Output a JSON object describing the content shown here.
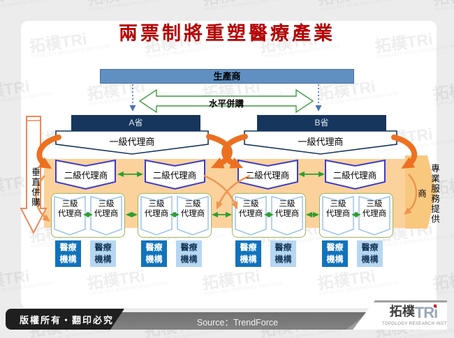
{
  "title": "兩票制將重塑醫療產業",
  "top": {
    "producer": "生產商",
    "horizontal_merger": "水平併購"
  },
  "left_arrow": {
    "label": "垂直併購"
  },
  "right_shape": {
    "label": "專業服務提供商"
  },
  "provinces": [
    {
      "name": "A省",
      "tier1": "一級代理商"
    },
    {
      "name": "B省",
      "tier1": "一級代理商"
    }
  ],
  "tier2": {
    "labels": [
      "二級代理商",
      "二級代理商",
      "二級代理商",
      "二級代理商"
    ]
  },
  "tier3": {
    "line1": "三級",
    "line2": "代理商"
  },
  "medical": {
    "line1": "醫療",
    "line2": "機構"
  },
  "footer": {
    "copyright": "版權所有‧翻印必究",
    "source": "Source：TrendForce"
  },
  "logo": {
    "zh": "拓樸",
    "en": "TRi",
    "sub": "TOPOLOGY RESEARCH INSTITUTE"
  },
  "watermark": {
    "text": "拓樸TRi",
    "sub": "TOPOLOGY RESEARCH INSTITUTE"
  },
  "colors": {
    "title_red": "#b40404",
    "producer_blue": "#6090c2",
    "province_navy": "#17365d",
    "tier2_border": "#3c3ccc",
    "tier3_border": "#9dc3e6",
    "group_border": "#9fb564",
    "band_orange": "#fbd29b",
    "pentagon_orange": "#f9c87f",
    "arrow_green": "#2f9e2f",
    "arrow_orange": "#ed7020",
    "arrow_orange_light": "#f0944f",
    "varrow_salmon": "#f0875a",
    "medical_dark": "#1173bd",
    "medical_light": "#b6d7f2"
  }
}
